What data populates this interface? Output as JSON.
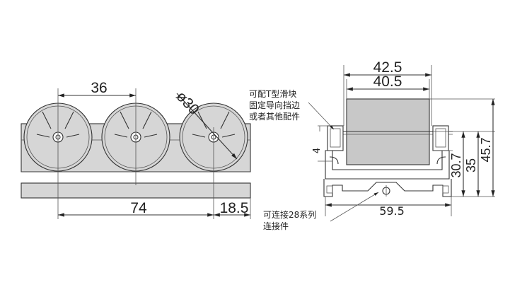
{
  "front_view": {
    "dim_pitch": "36",
    "dim_roller_diameter": "ø30",
    "dim_length": "74",
    "dim_end": "18.5"
  },
  "side_view": {
    "dim_outer_width": "42.5",
    "dim_roller_width": "40.5",
    "dim_bottom_width": "59.5",
    "dim_small": "4",
    "dim_roller_top": "30.7",
    "dim_height_35": "35",
    "dim_total_height": "45.7"
  },
  "notes": {
    "slider_line1": "可配T型滑块",
    "slider_line2": "固定导向挡边",
    "slider_line3": "或者其他配件",
    "connector_line1": "可连接28系列",
    "connector_line2": "连接件"
  }
}
